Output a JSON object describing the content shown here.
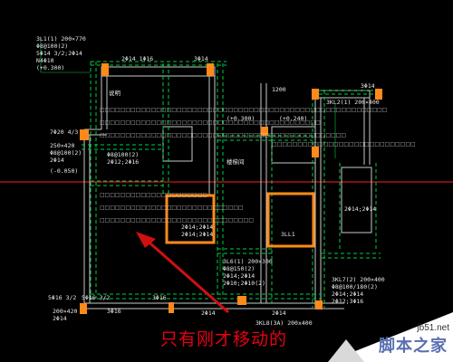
{
  "window": {
    "background": "#000000"
  },
  "colors": {
    "grid": "#00cc44",
    "wall": "#c8c8c8",
    "highlight": "#ff8a1a",
    "redline": "#ff2020",
    "arrow": "#d01010",
    "caption": "#e60012",
    "watermark": "#5a6fb0"
  },
  "labels": {
    "beam_3l1": "3L1(1) 200×770",
    "beam_3l1_stirrup": "Φ8@100(2)",
    "beam_3l1_rebar": "5Φ14 3/2;2Φ14",
    "beam_3l1_waist": "N4Φ10",
    "beam_3l1_level": "(+0.300)",
    "top_left_rebar": "2Φ14 1Φ16",
    "top_mid_rebar": "3Φ14",
    "top_right_rebar": "3Φ14",
    "left_7": "7Φ20 4/3",
    "left_250": "250×420",
    "left_stirrup": "Φ8@100(2)",
    "left_2_14": "2Φ14",
    "left_level": "(-0.050)",
    "mid_note_1": "Φ8@100(2)",
    "mid_note_2": "2Φ12;2Φ16",
    "mid_plus": "(+0.300)",
    "mid_plus2": "(+0.240)",
    "center_box_1": "2Φ14;2Φ14",
    "center_box_2": "2Φ14;2Φ14",
    "right_box_label": "3LL1",
    "right_side_rebar": "2Φ14;2Φ14",
    "right_3kl2": "3KL2(1) 200×400",
    "lower_3l6": "3L6(1) 200×300",
    "lower_3l6_stirrup": "Φ8@150(2)",
    "lower_3l6_rebar": "2Φ14;2Φ14",
    "lower_3l6_bottom": "2Φ10;2Φ10(2)",
    "right_3kl7": "3KL7(2) 200×400",
    "right_3kl7_stirrup": "Φ8@100/180(2)",
    "right_3kl7_rebar": "2Φ14;2Φ14",
    "right_3kl7_bottom": "2Φ12;3Φ16",
    "bottom_left_1": "5Φ16 3/2",
    "bottom_left_2": "5Φ16 3/2",
    "bottom_left_3": "200×420",
    "bottom_left_4": "2Φ14",
    "bottom_3_16": "3Φ16",
    "bottom_3_16b": "3Φ16",
    "bottom_2_14": "2Φ14",
    "bottom_2_14b": "2Φ14",
    "bottom_3kl8": "3KL8(3A) 200x400",
    "tiny_1": "说明",
    "tiny_2": "楼梯间",
    "tiny_3": "1200"
  },
  "caption": {
    "text": "只有刚才移动的"
  },
  "watermark": {
    "url": "jb51.net",
    "name": "脚本之家"
  }
}
